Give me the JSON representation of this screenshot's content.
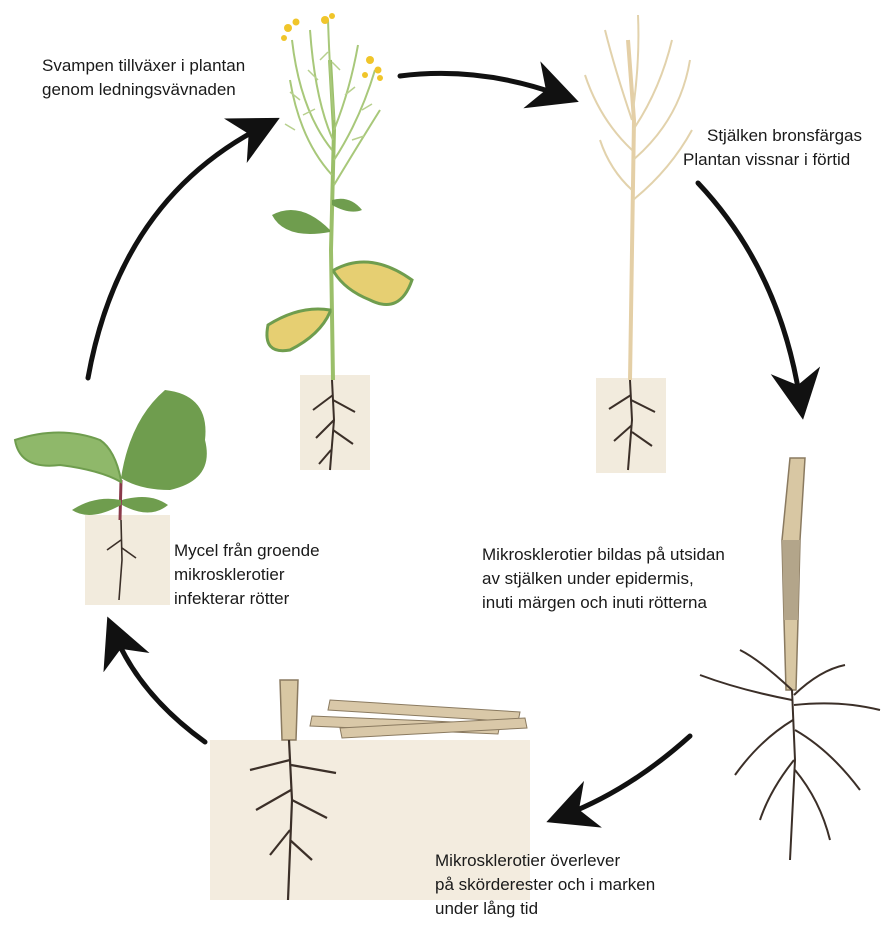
{
  "diagram": {
    "stages": [
      {
        "id": "growth",
        "lines": [
          "Svampen tillväxer i plantan",
          "genom ledningsvävnaden"
        ]
      },
      {
        "id": "wilting",
        "lines": [
          "Stjälken bronsfärgas",
          "Plantan vissnar i förtid"
        ]
      },
      {
        "id": "formation",
        "lines": [
          "Mikrosklerotier bildas på utsidan",
          "av stjälken under epidermis,",
          "inuti märgen och inuti rötterna"
        ]
      },
      {
        "id": "survival",
        "lines": [
          "Mikrosklerotier överlever",
          "på skörderester och i marken",
          "under lång tid"
        ]
      },
      {
        "id": "infection",
        "lines": [
          "Mycel från groende",
          "mikrosklerotier",
          "infekterar rötter"
        ]
      }
    ],
    "colors": {
      "arrow": "#111111",
      "soil": "#efe6d4",
      "stem_green": "#9bbf6a",
      "leaf_green": "#6f9d4e",
      "leaf_yellow": "#e6cf72",
      "flower": "#f0c52a",
      "dry_stem": "#e4cfa6",
      "root": "#3b2f28",
      "residue": "#d9c8a8"
    }
  }
}
